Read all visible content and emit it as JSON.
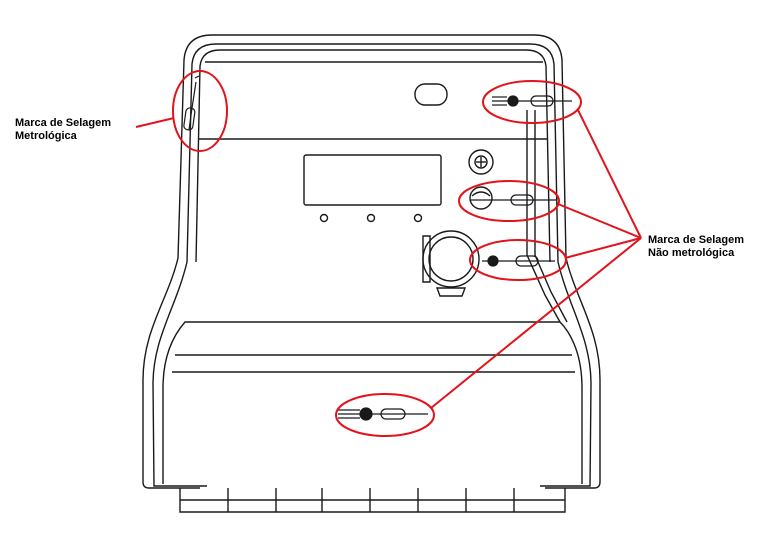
{
  "labels": {
    "metrological": {
      "line1": "Marca de Selagem",
      "line2": "Metrológica"
    },
    "non_metrological": {
      "line1": "Marca de Selagem",
      "line2": "Não metrológica"
    }
  },
  "colors": {
    "annotation": "#e3131b",
    "outline": "#1a1a1a",
    "background": "#ffffff"
  },
  "icons": [
    "meter-body-drawing",
    "display-window",
    "indicator-led",
    "terminal-screw-icon",
    "seal-wire",
    "connector-ring",
    "callout-ellipse"
  ]
}
